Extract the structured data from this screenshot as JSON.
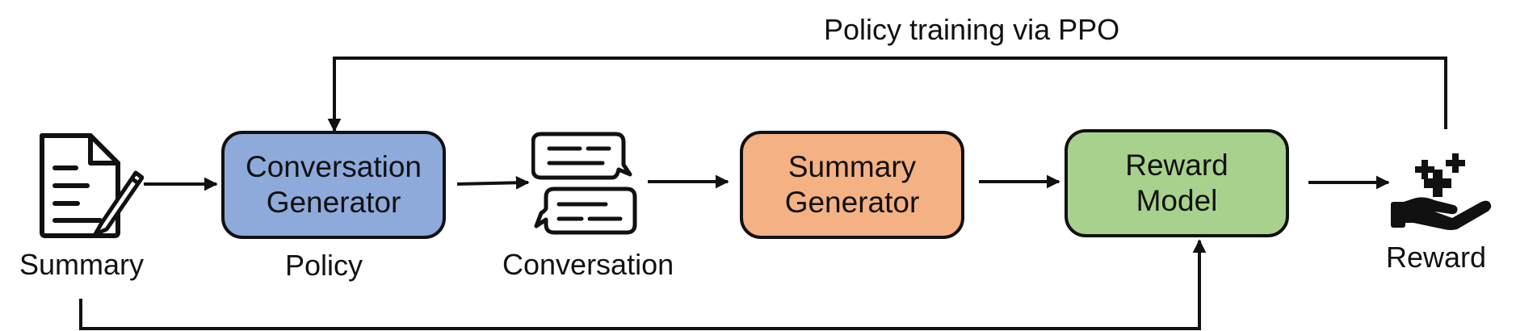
{
  "top_label": "Policy training via PPO",
  "nodes": {
    "summary": {
      "label": "Summary"
    },
    "conversation_generator": {
      "line1": "Conversation",
      "line2": "Generator",
      "caption": "Policy",
      "color": "#8eaadb"
    },
    "conversation": {
      "label": "Conversation"
    },
    "summary_generator": {
      "line1": "Summary",
      "line2": "Generator",
      "color": "#f4b183"
    },
    "reward_model": {
      "line1": "Reward",
      "line2": "Model",
      "color": "#a9d18e"
    },
    "reward": {
      "label": "Reward"
    }
  },
  "icons": {
    "summary": "document-pencil-icon",
    "conversation": "chat-bubbles-icon",
    "reward": "hand-plus-icon"
  }
}
